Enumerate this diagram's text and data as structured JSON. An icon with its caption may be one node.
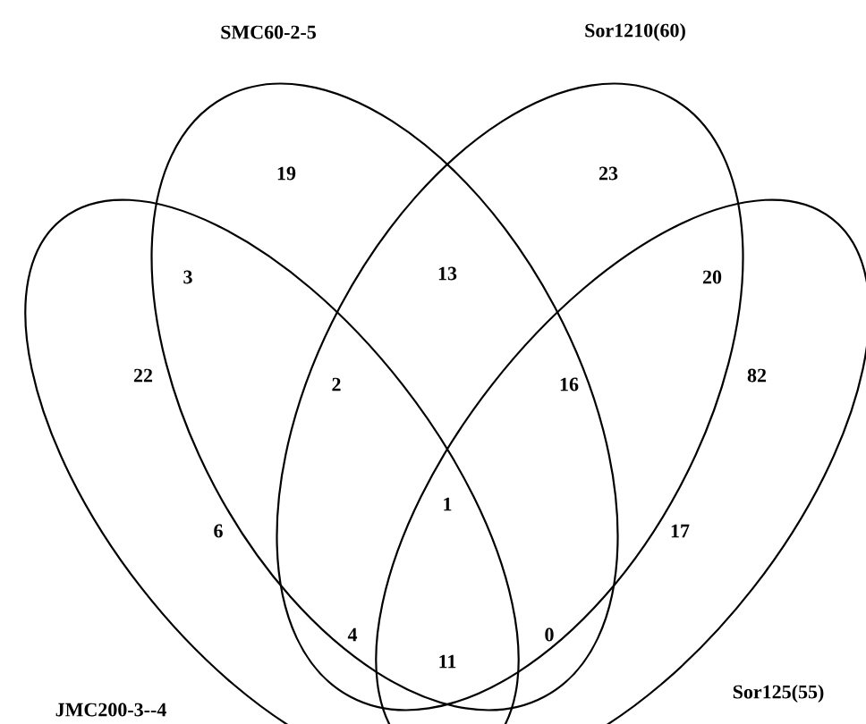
{
  "diagram": {
    "nodes": [
      {
        "text": [
          "SMC60-2-5"
        ]
      },
      {
        "text": [
          "Sor1210(60)"
        ]
      },
      {
        "text": [
          "JMC200-3--4"
        ]
      },
      {
        "text": [
          "Sor125(55)"
        ]
      }
    ],
    "labels": [
      "19",
      "23",
      "3",
      "13",
      "20",
      "22",
      "82",
      "2",
      "16",
      "1",
      "6",
      "17",
      "4",
      "0",
      "11"
    ]
  }
}
